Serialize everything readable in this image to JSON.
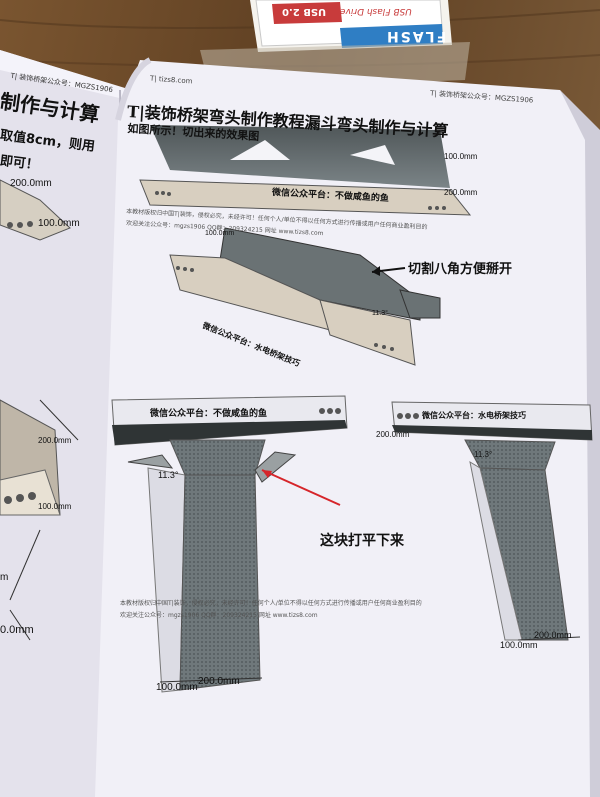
{
  "usb_card": {
    "brand": "FLASH",
    "usb_label": "USB 2.0",
    "drive_label": "USB Flash Drive"
  },
  "left_page": {
    "header_small": "T| 装饰桥架公众号：MGZS1906",
    "title": "制作与计算",
    "line1": "取值8cm，则用",
    "line2": "即可！",
    "dims": [
      "200.0mm",
      "100.0mm",
      "200.0mm",
      "100.0mm",
      "m",
      "0.0mm"
    ]
  },
  "right_page": {
    "header_left": "T| tizs8.com",
    "header_right": "T| 装饰桥架公众号：MGZS1906",
    "title": "T|装饰桥架弯头制作教程漏斗弯头制作与计算",
    "subtitle": "如图所示！切出来的效果图",
    "fig1_label": "微信公众平台：不做咸鱼的鱼",
    "fig1_dims": [
      "100.0mm",
      "200.0mm"
    ],
    "copyright_1": "本教材版权归中国T|装饰，侵权必究，未经许可！任何个人/单位不得以任何方式进行传播或用户任何商业盈利目的",
    "contact_1": "欢迎关注公众号：mgzs1906 QQ群：209324215 网址 www.tizs8.com",
    "fig2_dims": [
      "100.0mm",
      "11.3°"
    ],
    "fig2_annotation": "切割八角方便掰开",
    "fig2_label": "微信公众平台：水电桥架技巧",
    "fig3_label": "微信公众平台：不做咸鱼的鱼",
    "fig3_dim_angle": "11.3°",
    "fig3_annotation": "这块打平下来",
    "fig3_dims": [
      "100.0mm",
      "200.0mm"
    ],
    "fig4_label": "微信公众平台：水电桥架技巧",
    "fig4_dims": [
      "200.0mm",
      "11.3°",
      "100.0mm",
      "200.0mm"
    ],
    "copyright_2": "本教材版权归中国T|装饰，侵权必究，未经许可！任何个人/单位不得以任何方式进行传播或用户任何商业盈利目的",
    "contact_2": "欢迎关注公众号：mgzs1906 QQ群：209324215 网址 www.tizs8.com"
  },
  "colors": {
    "wood": "#6b4a2a",
    "page": "#f1f0f7",
    "tray_dark": "#5d6466",
    "tray_light": "#d8cfc0",
    "arrow_red": "#d6252a",
    "usb_blue": "#2f7ec4"
  }
}
